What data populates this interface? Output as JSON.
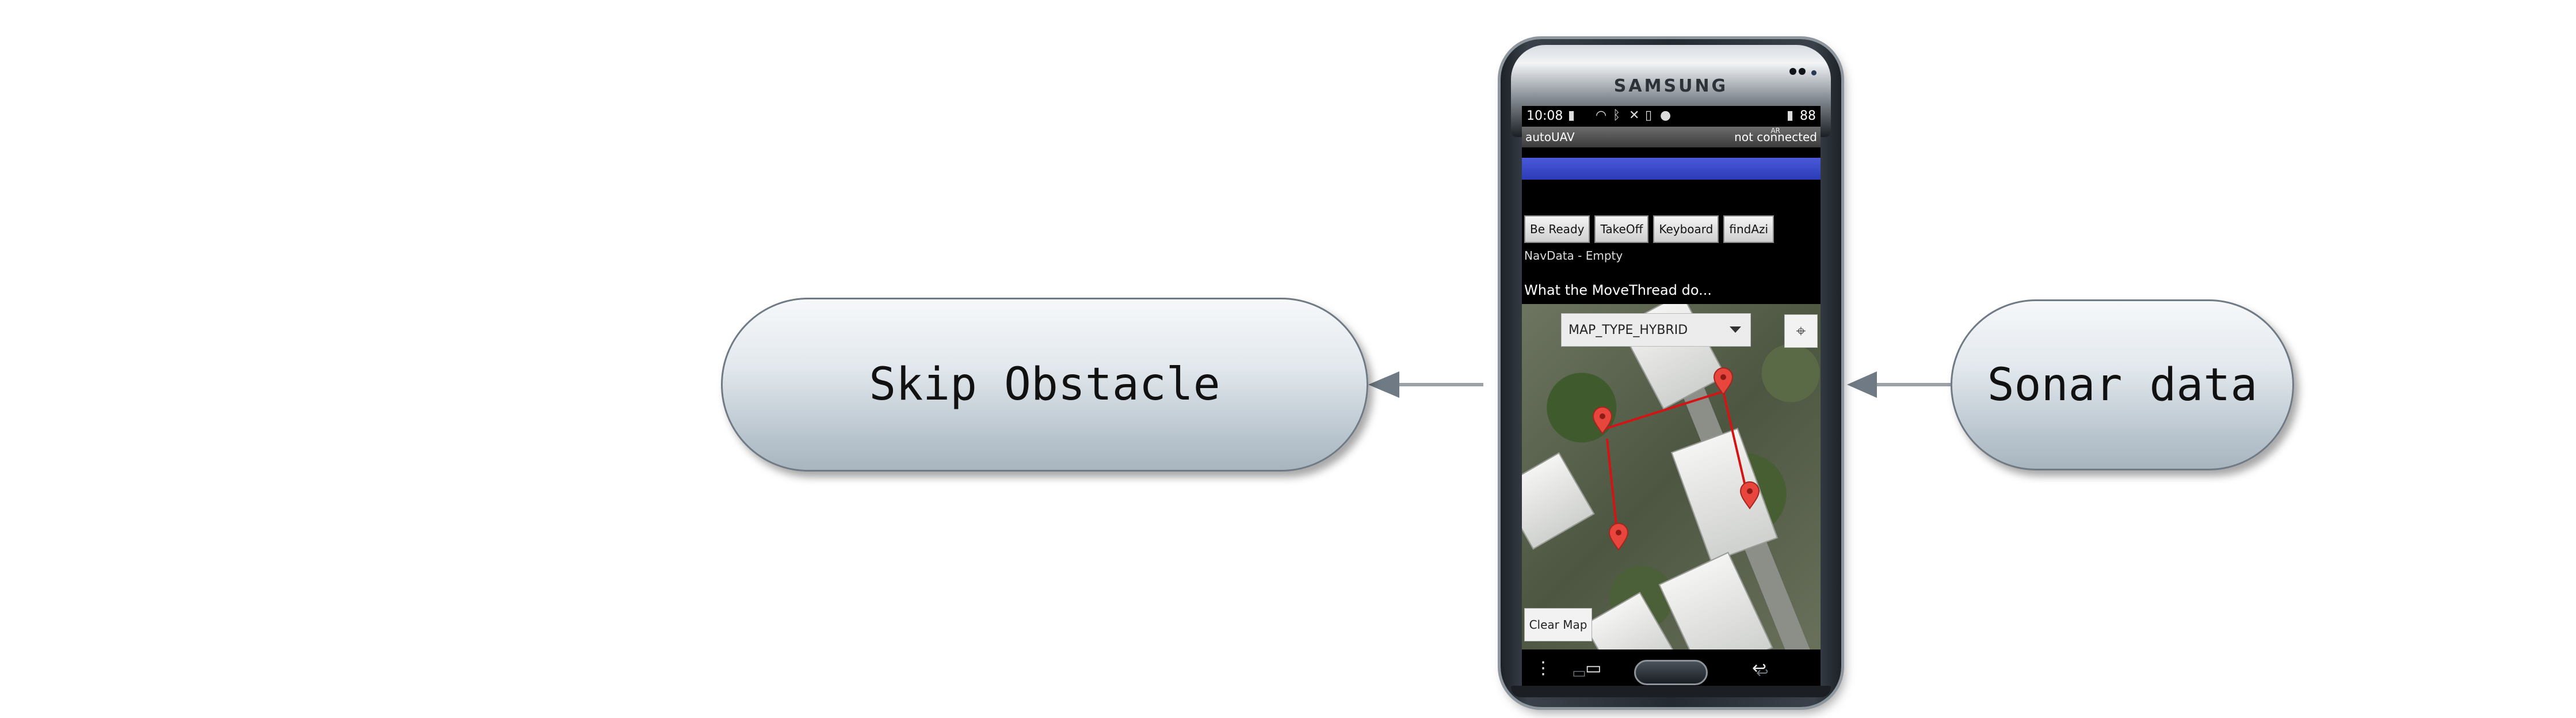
{
  "diagram": {
    "left_node": {
      "label": "Skip Obstacle"
    },
    "right_node": {
      "label": "Sonar data"
    }
  },
  "phone": {
    "brand": "SAMSUNG",
    "status_bar": {
      "time": "10:08",
      "battery": "88"
    },
    "app": {
      "title": "autoUAV",
      "connection_status": "not connected",
      "connection_substatus": "AR"
    },
    "buttons": [
      "Be Ready",
      "TakeOff",
      "Keyboard",
      "findAzi"
    ],
    "navdata_text": "NavData - Empty",
    "movethread_text": "What the MoveThread do...",
    "map": {
      "map_type": "MAP_TYPE_HYBRID",
      "clear_button": "Clear Map"
    }
  }
}
